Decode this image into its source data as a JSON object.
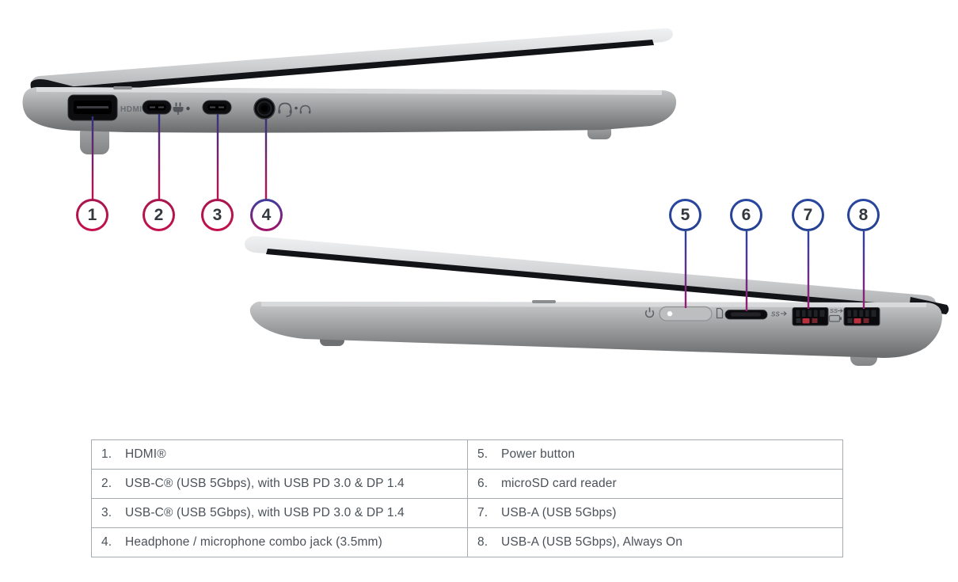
{
  "colors": {
    "crimson": "#bf0f50",
    "line_top_left": "#2f3480",
    "navy": "#2743a0",
    "purple": "#9a1c74",
    "number": "#33383f",
    "table_border": "#a5abb0",
    "table_text": "#4a5158",
    "port_label_gray": "#686d71"
  },
  "callouts": [
    {
      "num": "1",
      "top": "#a8164f",
      "bottom": "#c40f4a"
    },
    {
      "num": "2",
      "top": "#a8164f",
      "bottom": "#c40f4a"
    },
    {
      "num": "3",
      "top": "#a8164f",
      "bottom": "#c40f4a"
    },
    {
      "num": "4",
      "top": "#3f3e9a",
      "bottom": "#a31168"
    },
    {
      "num": "5",
      "top": "#2a47a0",
      "bottom": "#24408f"
    },
    {
      "num": "6",
      "top": "#2a47a0",
      "bottom": "#24408f"
    },
    {
      "num": "7",
      "top": "#2a47a0",
      "bottom": "#24408f"
    },
    {
      "num": "8",
      "top": "#2a47a0",
      "bottom": "#24408f"
    }
  ],
  "ports": {
    "hdmi_label": "HDMI",
    "usb7_ss_label": "SS",
    "usb8_ss_label": "SS"
  },
  "table": {
    "left_rows": [
      {
        "num": "1.",
        "label": "HDMI®"
      },
      {
        "num": "2.",
        "label": "USB-C® (USB 5Gbps), with USB PD 3.0 & DP 1.4"
      },
      {
        "num": "3.",
        "label": "USB-C® (USB 5Gbps), with USB PD 3.0 & DP 1.4"
      },
      {
        "num": "4.",
        "label": "Headphone / microphone combo jack (3.5mm)"
      }
    ],
    "right_rows": [
      {
        "num": "5.",
        "label": "Power button"
      },
      {
        "num": "6.",
        "label": "microSD card reader"
      },
      {
        "num": "7.",
        "label": "USB-A (USB 5Gbps)"
      },
      {
        "num": "8.",
        "label": "USB-A (USB 5Gbps), Always On"
      }
    ]
  }
}
